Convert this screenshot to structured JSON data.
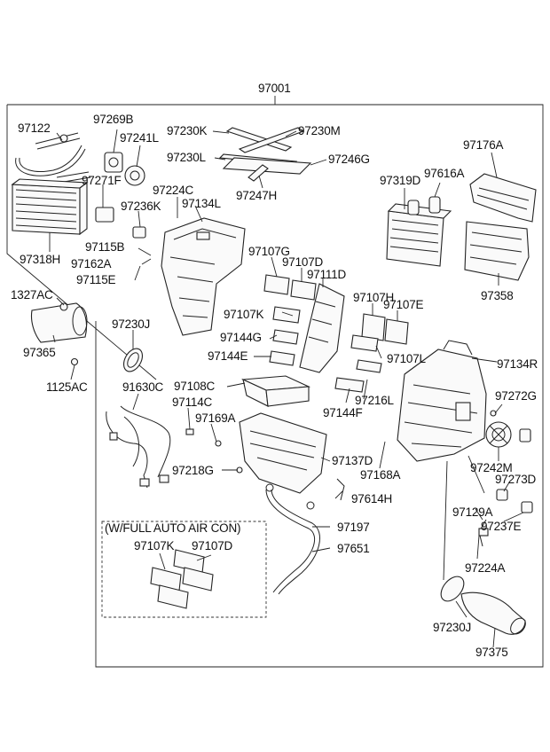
{
  "diagram": {
    "main_assembly": "97001",
    "option_box_title": "(W/FULL AUTO AIR CON)",
    "labels": {
      "l97122": "97122",
      "l97269B": "97269B",
      "l97241L": "97241L",
      "l97271F": "97271F",
      "l97236K": "97236K",
      "l97318H": "97318H",
      "l97115B": "97115B",
      "l97162A": "97162A",
      "l97115E": "97115E",
      "l1327AC": "1327AC",
      "l97365": "97365",
      "l1125AC": "1125AC",
      "l97230K": "97230K",
      "l97230M": "97230M",
      "l97230L": "97230L",
      "l97246G": "97246G",
      "l97247H": "97247H",
      "l97224C": "97224C",
      "l97134L": "97134L",
      "l97230J_a": "97230J",
      "l91630C": "91630C",
      "l97107G": "97107G",
      "l97107D_a": "97107D",
      "l97111D": "97111D",
      "l97107K_a": "97107K",
      "l97144G": "97144G",
      "l97144E": "97144E",
      "l97107H": "97107H",
      "l97107E": "97107E",
      "l97107L": "97107L",
      "l97108C": "97108C",
      "l97114C": "97114C",
      "l97169A": "97169A",
      "l97218G": "97218G",
      "l97137D": "97137D",
      "l97144F": "97144F",
      "l97216L": "97216L",
      "l97168A": "97168A",
      "l97614H": "97614H",
      "l97197": "97197",
      "l97651": "97651",
      "l97107K_b": "97107K",
      "l97107D_b": "97107D",
      "l97176A": "97176A",
      "l97319D": "97319D",
      "l97616A": "97616A",
      "l97358": "97358",
      "l97134R": "97134R",
      "l97272G": "97272G",
      "l97242M": "97242M",
      "l97273D": "97273D",
      "l97129A": "97129A",
      "l97237E": "97237E",
      "l97224A": "97224A",
      "l97230J_b": "97230J",
      "l97375": "97375"
    }
  }
}
